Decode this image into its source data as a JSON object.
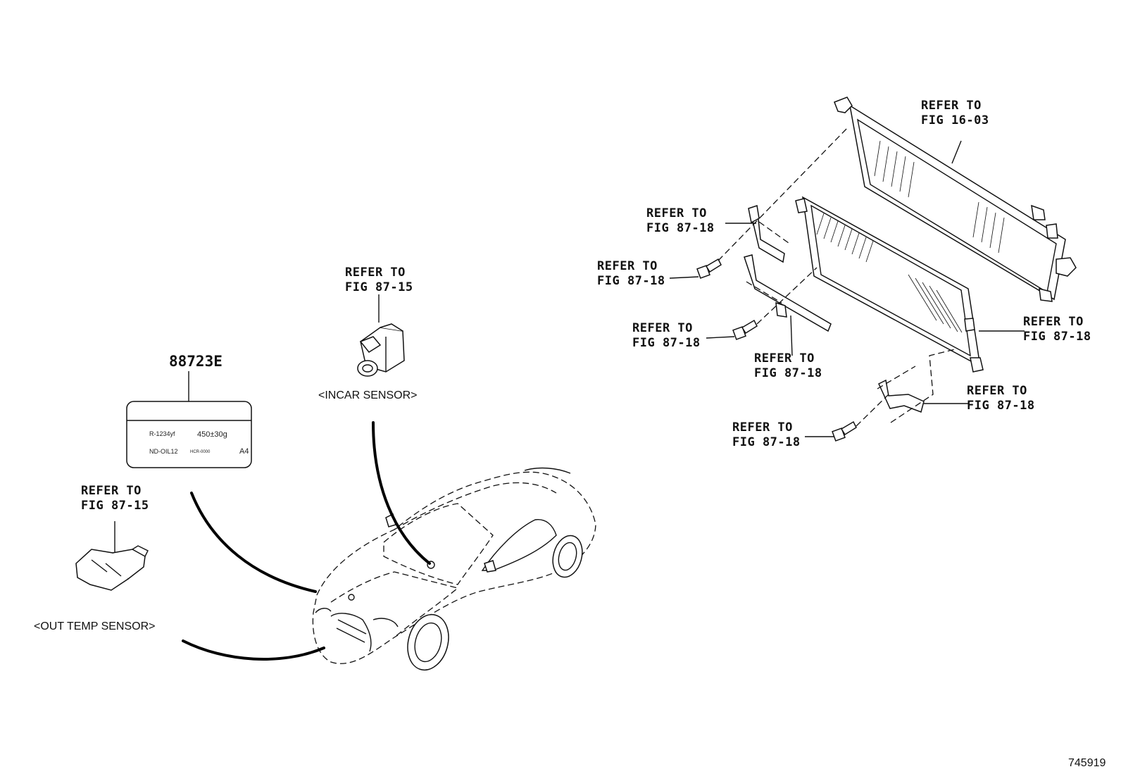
{
  "refer_labels": {
    "r_16_03": [
      "REFER TO",
      "FIG 16-03"
    ],
    "r_bracket_top": [
      "REFER TO",
      "FIG 87-18"
    ],
    "r_bolt_top": [
      "REFER TO",
      "FIG 87-18"
    ],
    "r_bolt_mid": [
      "REFER TO",
      "FIG 87-18"
    ],
    "r_bracket_mid": [
      "REFER TO",
      "FIG 87-18"
    ],
    "r_condenser_right": [
      "REFER TO",
      "FIG 87-18"
    ],
    "r_bracket_low": [
      "REFER TO",
      "FIG 87-18"
    ],
    "r_bolt_low": [
      "REFER TO",
      "FIG 87-18"
    ],
    "r_incar": [
      "REFER TO",
      "FIG 87-15"
    ],
    "r_outtemp": [
      "REFER TO",
      "FIG 87-15"
    ]
  },
  "part_number": "88723E",
  "label_card": {
    "refrigerant": "R-1234yf",
    "amount": "450±30g",
    "oil": "ND-OIL12",
    "small": "HCR-0000",
    "code": "A4"
  },
  "captions": {
    "incar": "<INCAR SENSOR>",
    "outtemp": "<OUT TEMP SENSOR>"
  },
  "figure_id": "745919",
  "icons": [
    "condenser-icon",
    "radiator-icon",
    "bracket-icon",
    "bolt-icon",
    "incar-sensor-icon",
    "out-temp-sensor-icon",
    "vehicle-outline-icon",
    "label-card-icon"
  ]
}
